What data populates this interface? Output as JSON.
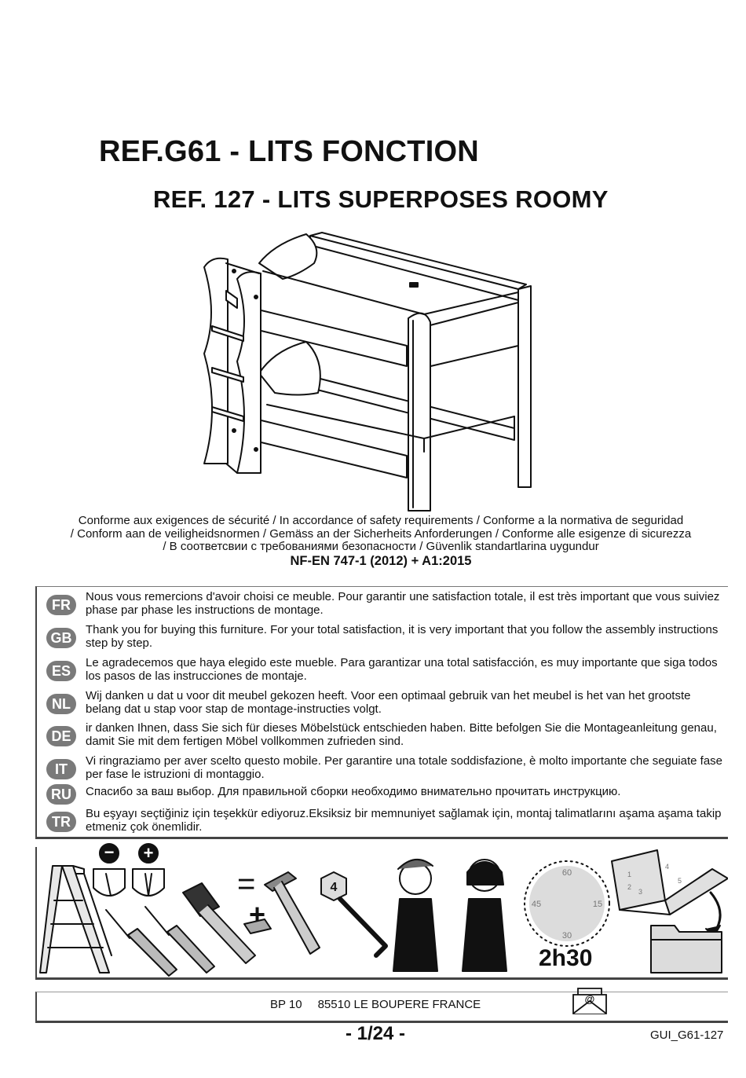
{
  "header": {
    "title_main": "REF.G61 - LITS FONCTION",
    "title_sub": "REF. 127  - LITS SUPERPOSES ROOMY"
  },
  "conformity": {
    "line1": "Conforme aux exigences de sécurité / In accordance of safety requirements / Conforme a la normativa de seguridad",
    "line2": "/ Conform aan de veiligheidsnormen / Gemäss an der Sicherheits Anforderungen / Conforme alle esigenze di sicurezza",
    "line3": "/ В соответсвии с требованиями безопасности / Güvenlik standartlarina uygundur",
    "standard": "NF-EN 747-1 (2012) + A1:2015"
  },
  "languages": [
    {
      "code": "FR",
      "text": "Nous vous remercions d'avoir choisi ce meuble. Pour garantir une satisfaction totale, il est très important que vous suiviez phase par phase les instructions de montage."
    },
    {
      "code": "GB",
      "text": "Thank you for buying this furniture. For your total satisfaction, it is very important that you follow the assembly instructions step by step."
    },
    {
      "code": "ES",
      "text": "Le agradecemos que haya elegido este mueble. Para garantizar una total satisfacción, es muy importante que siga todos los pasos de las instrucciones de montaje."
    },
    {
      "code": "NL",
      "text": "Wij danken u dat u voor dit meubel gekozen heeft. Voor een optimaal gebruik van het meubel is het van het grootste belang dat u stap voor stap de montage-instructies volgt."
    },
    {
      "code": "DE",
      "text": "ir danken Ihnen, dass Sie sich für dieses Möbelstück entschieden haben. Bitte befolgen Sie die Montageanleitung genau, damit Sie mit dem fertigen Möbel vollkommen zufrieden sind."
    },
    {
      "code": "IT",
      "text": "Vi ringraziamo per aver scelto questo mobile. Per garantire una totale soddisfazione, è molto importante che seguiate fase per fase le istruzioni di montaggio."
    },
    {
      "code": "RU",
      "text": "Спасибо за ваш выбор. Для правильной сборки необходимо внимательно прочитать инструкцию."
    },
    {
      "code": "TR",
      "text": "Bu eşyayı seçtiğiniz için teşekkür ediyoruz.Eksiksiz bir memnuniyet sağlamak için, montaj talimatlarını aşama aşama takip etmeniz çok önemlidir."
    }
  ],
  "tools": {
    "icons": [
      "ladder-icon",
      "flat-screwdriver-icon",
      "phillips-screwdriver-icon",
      "rubber-mallet-icon",
      "hammer-icon",
      "allen-key-icon",
      "two-persons-icon",
      "clock-icon",
      "instruction-book-icon",
      "folder-icon"
    ],
    "minus_symbol": "−",
    "plus_symbol": "+",
    "equals_symbol": "=",
    "allen_key_size": "4",
    "clock_ticks": [
      "60",
      "15",
      "30",
      "45"
    ],
    "assembly_time": "2h30",
    "book_pages": [
      "1",
      "2",
      "3",
      "4",
      "5"
    ]
  },
  "footer": {
    "po_box": "BP 10",
    "address": "85510 LE BOUPERE FRANCE",
    "page": "-  1/24  -",
    "doc_ref": "GUI_G61-127"
  }
}
